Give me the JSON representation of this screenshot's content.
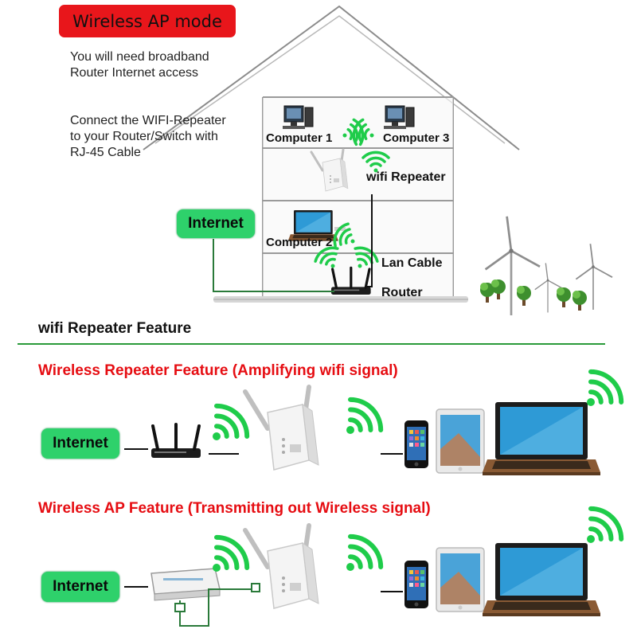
{
  "house": {
    "mode_title": "Wireless AP mode",
    "intro_line1": "You will need broadband",
    "intro_line2": "Router Internet access",
    "connect_line1": "Connect the WIFI-Repeater",
    "connect_line2": "to your Router/Switch with",
    "connect_line3": "RJ-45 Cable",
    "computer1": "Computer 1",
    "computer3": "Computer 3",
    "wifi_repeater": "wifi Repeater",
    "internet": "Internet",
    "computer2": "Computer 2",
    "lan_cable": "Lan Cable",
    "router": "Router"
  },
  "features": {
    "heading": "wifi Repeater Feature",
    "repeater_title": "Wireless Repeater Feature (Amplifying wifi signal)",
    "ap_title": "Wireless AP Feature (Transmitting out Wireless signal)",
    "internet1": "Internet",
    "internet2": "Internet"
  },
  "colors": {
    "title_badge": "#e8161b",
    "internet_badge": "#2ed16b",
    "wifi_signal": "#1fcc4a",
    "heading_red": "#e60d12",
    "divider_green": "#2a9a3a"
  },
  "icons": [
    "computer-icon",
    "wifi-signal-icon",
    "router-icon",
    "repeater-icon",
    "laptop-icon",
    "tablet-icon",
    "phone-icon",
    "switch-icon",
    "wind-turbine-icon",
    "tree-icon"
  ]
}
